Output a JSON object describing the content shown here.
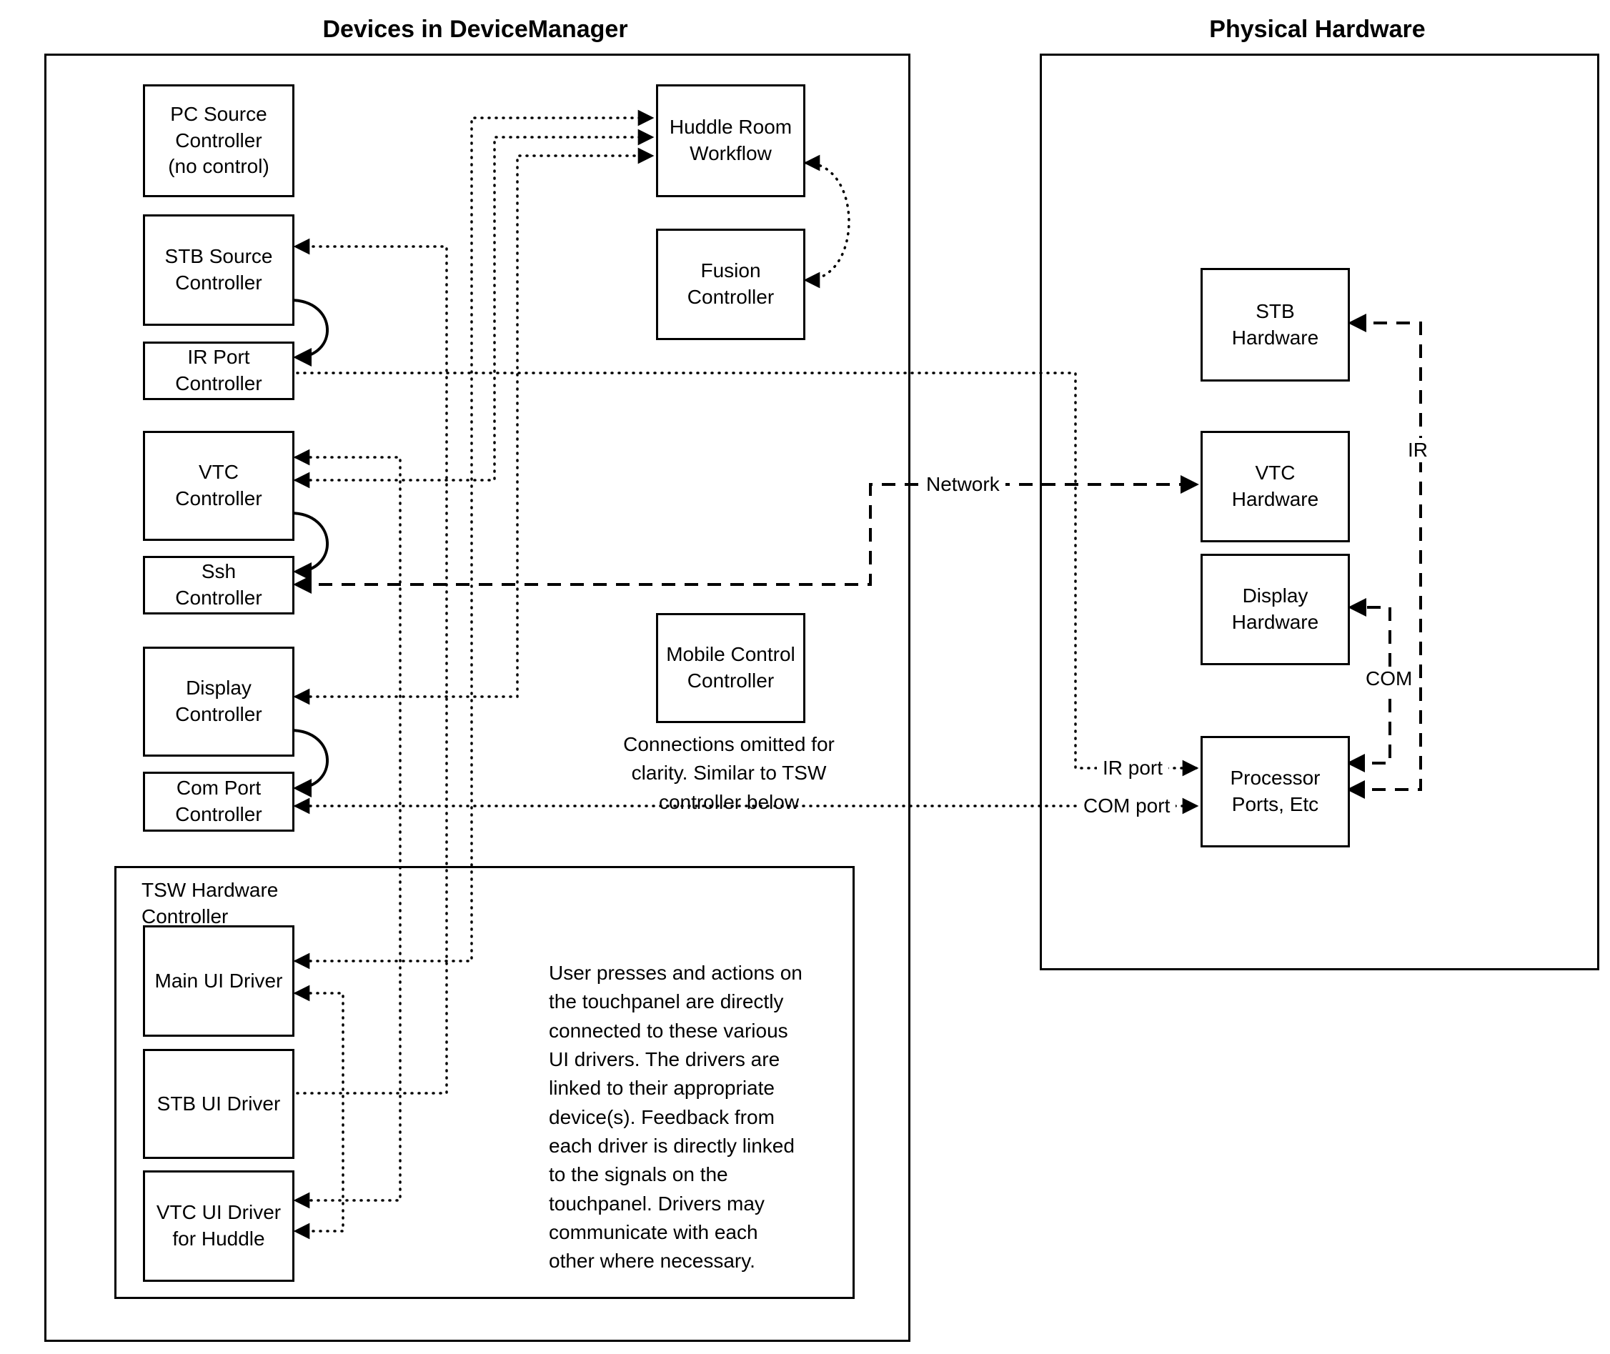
{
  "titles": {
    "left": "Devices in DeviceManager",
    "right": "Physical Hardware"
  },
  "nodes": {
    "pc_source": "PC Source\nController\n(no control)",
    "stb_source": "STB Source\nController",
    "ir_port": "IR Port\nController",
    "vtc": "VTC\nController",
    "ssh": "Ssh\nController",
    "display": "Display\nController",
    "com_port": "Com Port\nController",
    "tsw_container": "TSW Hardware\nController",
    "main_ui": "Main UI Driver",
    "stb_ui": "STB UI Driver",
    "vtc_ui": "VTC UI Driver\nfor Huddle",
    "huddle": "Huddle Room\nWorkflow",
    "fusion": "Fusion\nController",
    "mobile": "Mobile Control\nController",
    "stb_hw": "STB\nHardware",
    "vtc_hw": "VTC\nHardware",
    "display_hw": "Display\nHardware",
    "processor": "Processor\nPorts, Etc"
  },
  "edge_labels": {
    "network": "Network",
    "ir": "IR",
    "com": "COM",
    "ir_port": "IR port",
    "com_port": "COM port"
  },
  "notes": {
    "mobile_note": "Connections omitted for\nclarity. Similar to TSW\ncontroller below",
    "tsw_note": "User presses and actions on\nthe touchpanel are directly\nconnected to these various\nUI drivers.  The drivers are\nlinked to their appropriate\ndevice(s). Feedback from\neach driver is directly linked\nto the signals on the\ntouchpanel. Drivers may\ncommunicate with each\nother where necessary."
  },
  "colors": {
    "stroke": "#000000",
    "background": "#ffffff"
  }
}
